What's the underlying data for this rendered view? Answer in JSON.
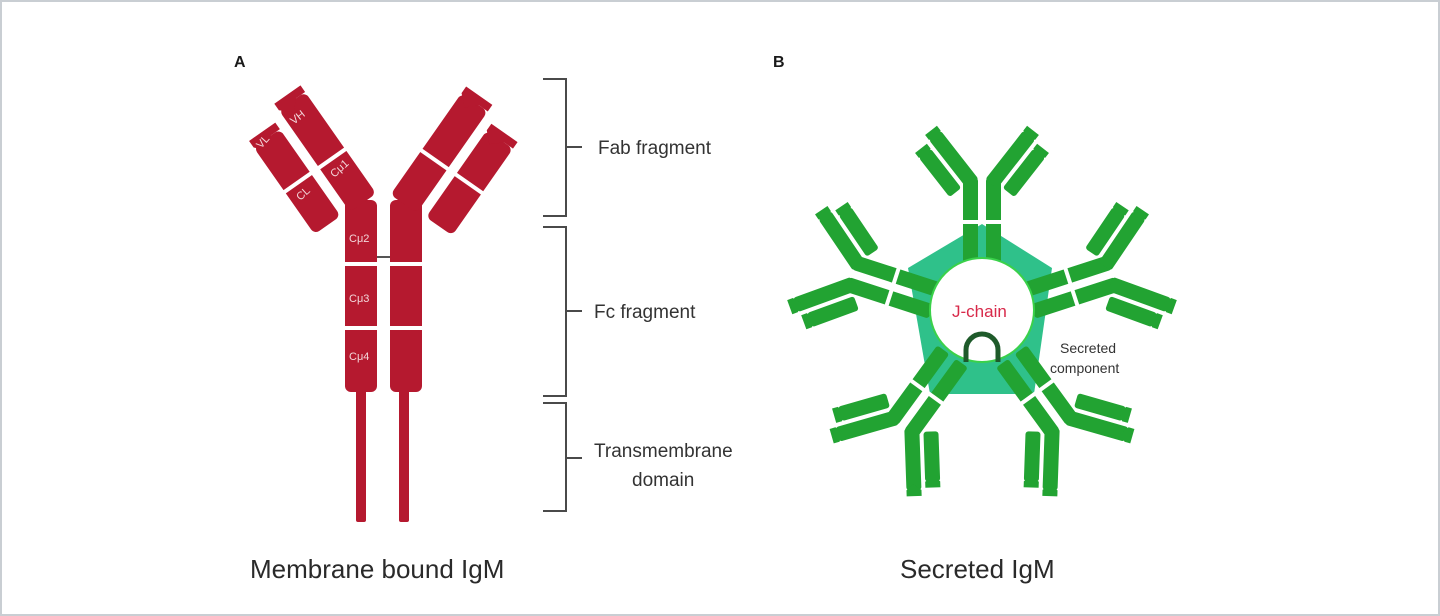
{
  "panel_a": {
    "letter": "A",
    "caption": "Membrane bound IgM",
    "domains": {
      "vl": "VL",
      "vh": "VH",
      "cl": "CL",
      "cu1": "Cμ1",
      "cu2": "Cμ2",
      "cu3": "Cμ3",
      "cu4": "Cμ4"
    },
    "braces": {
      "fab": "Fab fragment",
      "fc": "Fc fragment",
      "tm_line1": "Transmembrane",
      "tm_line2": "domain"
    }
  },
  "panel_b": {
    "letter": "B",
    "caption": "Secreted IgM",
    "j_chain": "J-chain",
    "secreted_line1": "Secreted",
    "secreted_line2": "component"
  },
  "colors": {
    "membrane_igm": "#b5192f",
    "secreted_igm": "#22a332",
    "secreted_component": "#2fc18a",
    "j_chain_text": "#d8294a"
  }
}
